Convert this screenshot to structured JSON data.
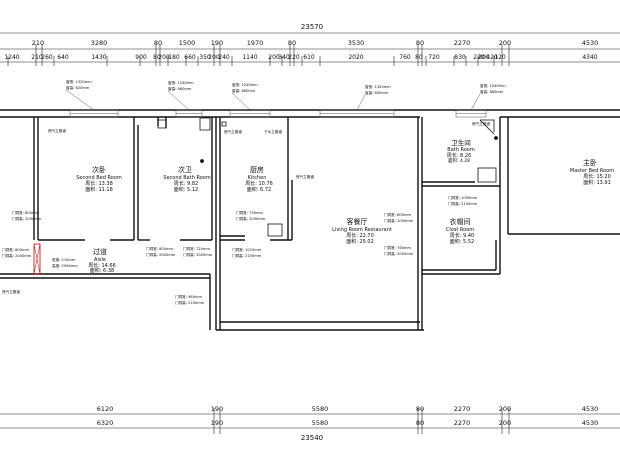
{
  "dims": {
    "top_total": "23570",
    "top_row1": [
      "210",
      "3280",
      "80",
      "1500",
      "190",
      "1970",
      "80",
      "3530",
      "80",
      "2270",
      "200",
      "4530"
    ],
    "top_row2": [
      "1240",
      "210",
      "260",
      "640",
      "1430",
      "900",
      "80",
      "200",
      "180",
      "660",
      "350",
      "200",
      "240",
      "1140",
      "200",
      "340",
      "220",
      "610",
      "2020",
      "760",
      "80",
      "720",
      "830",
      "220",
      "200",
      "420",
      "120",
      "4340"
    ],
    "bottom_row1": [
      "6120",
      "190",
      "5580",
      "80",
      "2270",
      "200",
      "4530"
    ],
    "bottom_row2": [
      "6320",
      "190",
      "5580",
      "80",
      "2270",
      "200",
      "4530"
    ],
    "bottom_total": "23540"
  },
  "windows": [
    {
      "w": "窗宽: 1320mm",
      "h": "窗高: 820mm"
    },
    {
      "w": "窗宽: 1240mm",
      "h": "窗高: 860mm"
    },
    {
      "w": "窗宽: 1240mm",
      "h": "窗高: 860mm"
    },
    {
      "w": "窗宽: 1320mm",
      "h": "窗高: 800mm"
    },
    {
      "w": "窗宽: 1240mm",
      "h": "窗高: 860mm"
    }
  ],
  "rooms": [
    {
      "cn": "次卧",
      "en": "Second Bed Room",
      "a1": "周长: 13.38",
      "a2": "面积: 11.18"
    },
    {
      "cn": "次卫",
      "en": "Second Bath Room",
      "a1": "周长: 9.82",
      "a2": "面积: 5.12"
    },
    {
      "cn": "厨房",
      "en": "Kitchen",
      "a1": "周长: 10.76",
      "a2": "面积: 6.72"
    },
    {
      "cn": "客餐厅",
      "en": "Living Room Restaurant",
      "a1": "周长: 22.70",
      "a2": "面积: 25.02"
    },
    {
      "cn": "卫生间",
      "en": "Bath Room",
      "a1": "周长: 8.26",
      "a2": "面积: 4.28"
    },
    {
      "cn": "衣帽间",
      "en": "Clost Room",
      "a1": "周长: 9.40",
      "a2": "面积: 5.52"
    },
    {
      "cn": "主卧",
      "en": "Master Bed Room",
      "a1": "周长: 15.20",
      "a2": "面积: 13.91"
    },
    {
      "cn": "过道",
      "en": "Aisle",
      "a1": "周长: 14.66",
      "a2": "面积: 6.38"
    }
  ],
  "doors": [
    {
      "w": "门洞宽: 800mm",
      "h": "门洞高: 2000mm"
    },
    {
      "w": "门洞宽: 800mm",
      "h": "门洞高: 2000mm"
    },
    {
      "w": "门洞宽: 800mm",
      "h": "门洞高: 2000mm"
    },
    {
      "w": "门洞宽: 720mm",
      "h": "门洞高: 2000mm"
    },
    {
      "w": "门洞宽: 730mm",
      "h": "门洞高: 2000mm"
    },
    {
      "w": "门洞宽: 1010mm",
      "h": "门洞高: 2100mm"
    },
    {
      "w": "门洞宽: 800mm",
      "h": "门洞高: 2000mm"
    },
    {
      "w": "门洞宽: 1090mm",
      "h": "门洞高: 2150mm"
    },
    {
      "w": "门洞宽: 760mm",
      "h": "门洞高: 2000mm"
    },
    {
      "w": "门洞宽: 960mm",
      "h": "门洞高: 2100mm"
    }
  ],
  "vents": [
    "燃气立管道",
    "燃气立管道",
    "下水立管道",
    "燃气立管道",
    "燃气立管道",
    "燃气立管道"
  ],
  "wall_opening": {
    "w": "宽度: 210mm",
    "h": "高度: 2090mm"
  },
  "colors": {
    "wall": "#111111",
    "window": "#555555",
    "accent": "#cc0000"
  }
}
